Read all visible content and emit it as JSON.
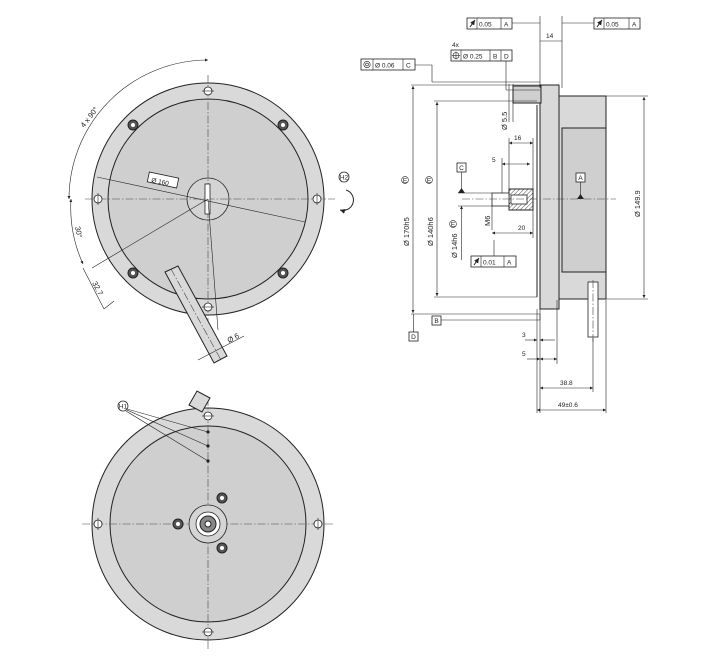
{
  "front_view": {
    "hole_angle_label": "4 x 90°",
    "center_bore_label": "Ø 160",
    "angle_label": "30°",
    "offset_label": "32.7",
    "cable_dia_label": "Ø 6",
    "h2_label": "H2"
  },
  "rear_view": {
    "h1_label": "H1"
  },
  "side_view": {
    "runout_left_value": "0.05",
    "runout_left_datum": "A",
    "runout_right_value": "0.05",
    "runout_right_datum": "A",
    "dim_14": "14",
    "holes_count": "4x",
    "position_value": "Ø 0.25",
    "position_datum_1": "B",
    "position_datum_2": "D",
    "concentric_value": "Ø 0.06",
    "concentric_datum": "C",
    "dim_5_5": "Ø 5.5",
    "dim_16": "16",
    "dim_5_top": "5",
    "datum_c": "C",
    "datum_a": "A",
    "dim_170": "Ø 170h5",
    "dim_140": "Ø 140h6",
    "dim_14h6": "Ø 14h6",
    "dim_m6": "M6",
    "dim_20": "20",
    "runout_shaft_value": "0.01",
    "runout_shaft_datum": "A",
    "dim_149_9": "Ø 149.9",
    "datum_b": "B",
    "datum_d": "D",
    "dim_3": "3",
    "dim_5_bottom": "5",
    "dim_38_8": "38.8",
    "dim_49": "49±0.6",
    "circle_marker": "E"
  }
}
